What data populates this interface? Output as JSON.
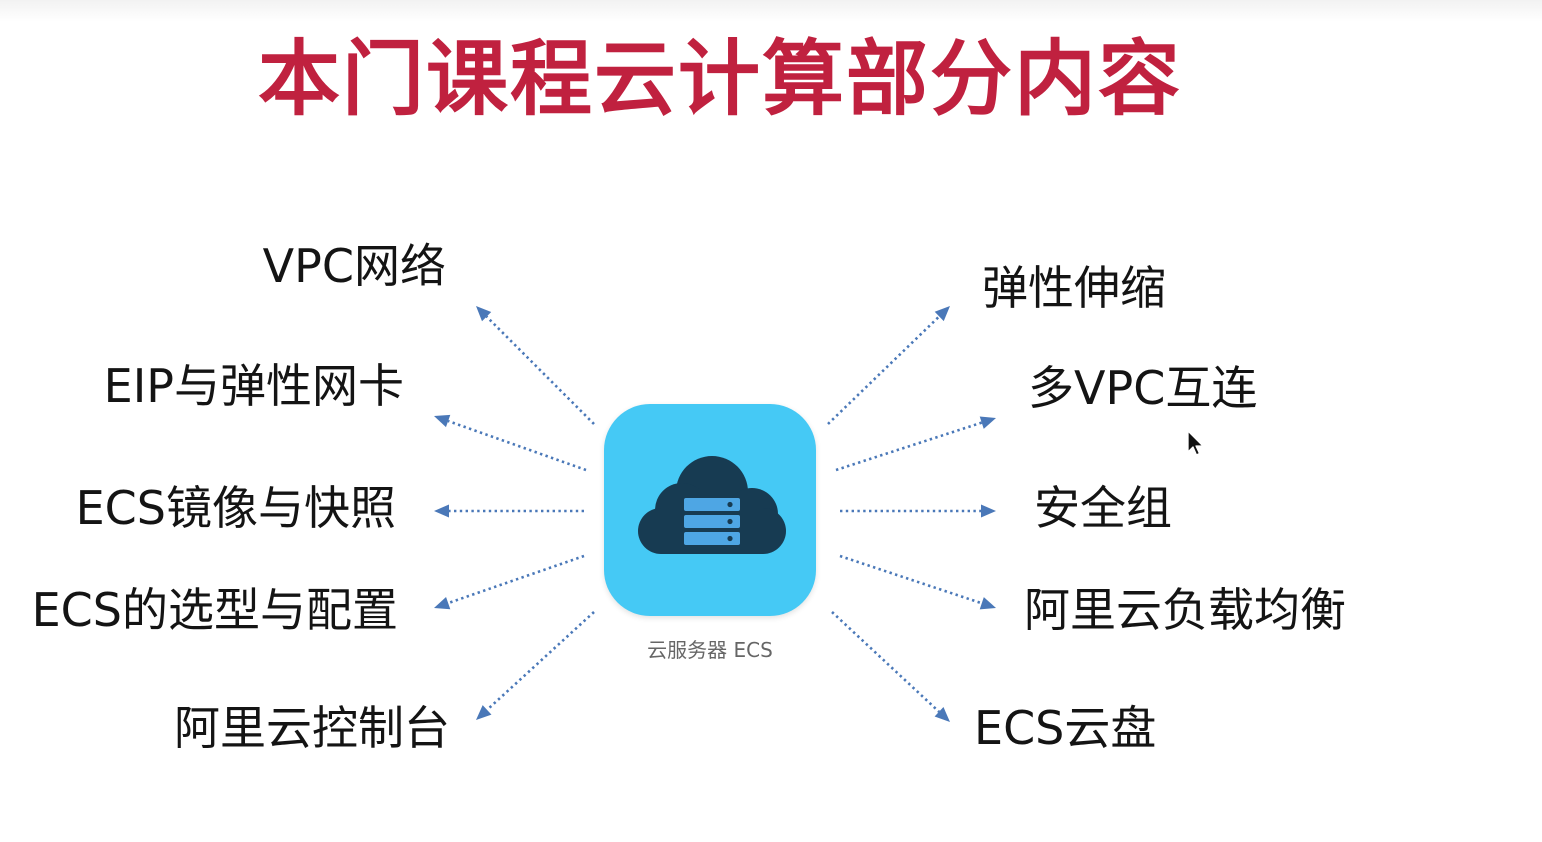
{
  "slide": {
    "title": "本门课程云计算部分内容",
    "title_color": "#c0213f"
  },
  "hub": {
    "caption": "云服务器 ECS",
    "icon": "cloud-server-icon",
    "tile_color": "#45c9f5",
    "cloud_color": "#173b52",
    "server_color": "#4ea6e4"
  },
  "topics": {
    "left": [
      "VPC网络",
      "EIP与弹性网卡",
      "ECS镜像与快照",
      "ECS的选型与配置",
      "阿里云控制台"
    ],
    "right": [
      "弹性伸缩",
      "多VPC互连",
      "安全组",
      "阿里云负载均衡",
      "ECS云盘"
    ]
  },
  "arrow_color": "#4a78b8",
  "cursor_icon": "mouse-pointer-icon"
}
